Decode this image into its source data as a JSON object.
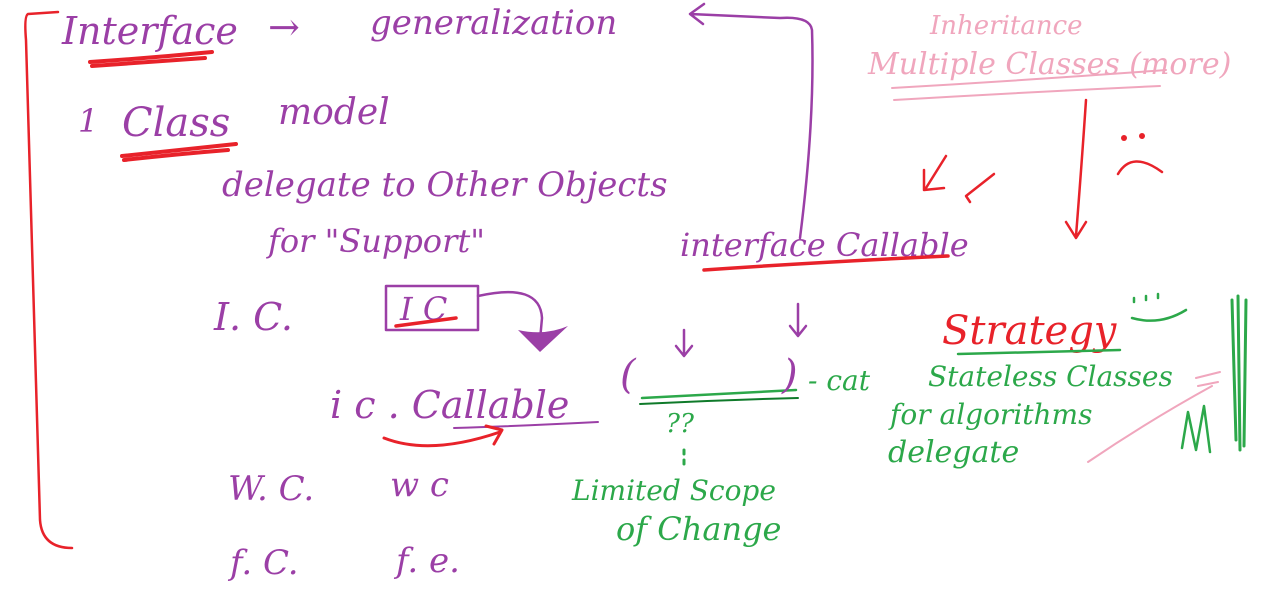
{
  "canvas": {
    "background": "#ffffff"
  },
  "colors": {
    "purple": "#9b3fa6",
    "red": "#e8222a",
    "green": "#2ca84a",
    "pink": "#f0a6bd"
  },
  "notes": {
    "interface": "Interface",
    "arrow_right": "→",
    "generalization": "generalization",
    "one": "1",
    "class": "Class",
    "model": "model",
    "delegate_line": "delegate to Other Objects",
    "for_support": "for \"Support\"",
    "ic_label": "I. C.",
    "boxed_ic": "I C",
    "ic_callable": "i c . Callable",
    "call_paren": "(",
    "call_close": ")",
    "question_marks": "??",
    "limited_scope": "Limited Scope",
    "of_change": "of Change",
    "wc_label": "W. C.",
    "wc_lower": "w c",
    "fc_label": "f. C.",
    "fe_lower": "f. e.",
    "interface_callable": "interface Callable",
    "inheritance": "Inheritance",
    "multiple_classes": "Multiple Classes (more)",
    "strategy": "Strategy",
    "dash_cat": "- cat",
    "stateless_classes": "Stateless Classes",
    "for_algorithms": "for algorithms",
    "delegate_green": "delegate"
  }
}
